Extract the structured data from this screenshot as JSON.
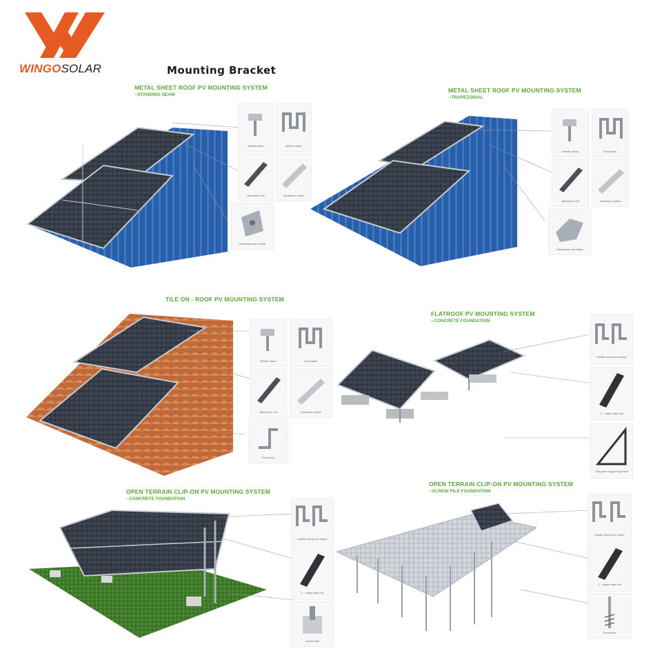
{
  "brand": {
    "name_bold": "WINGO",
    "name_light": "SOLAR",
    "orange": "#e65a24",
    "green": "#5aa53a"
  },
  "page_title": "Mounting Bracket",
  "systems": [
    {
      "title": "METAL SHEET ROOF PV MOUNTING SYSTEM",
      "subtitle": "--STANDING SEAM",
      "parts": [
        "Middle clamp",
        "Middle clamp",
        "Aluminium rail",
        "Aluminium splice",
        "Standing seam clamp"
      ]
    },
    {
      "title": "METAL SHEET ROOF PV MOUNTING SYSTEM",
      "subtitle": "--TRAPEZOIDAL",
      "parts": [
        "Middle clamp",
        "End clamp",
        "Aluminium rail",
        "Aluminium splice",
        "Trapezoidal rail clamp"
      ]
    },
    {
      "title": "TILE ON - ROOF PV MOUNTING SYSTEM",
      "subtitle": "",
      "parts": [
        "Middle clamp",
        "End clamp",
        "Aluminium rail",
        "Aluminium splice",
        "Roof hook"
      ]
    },
    {
      "title": "FLATROOF PV MOUNTING SYSTEM",
      "subtitle": "--CONCRETE FOUNDATION",
      "parts": [
        "Middle clamp end clamp",
        "C - shape steel rail",
        "Triangular supporting frame"
      ]
    },
    {
      "title": "OPEN TERRAIN CLIP-ON PV MOUNTING SYSTEM",
      "subtitle": "--CONCRETE FOUNDATION",
      "parts": [
        "Middle clamp end clamp",
        "C - shape steel rail",
        "Ground pile"
      ]
    },
    {
      "title": "OPEN TERRAIN CLIP-ON PV MOUNTING SYSTEM",
      "subtitle": "--SCREW PILE FOUNDATION",
      "parts": [
        "Middle clamp end clamp",
        "C - shape steel rail",
        "Screw pile"
      ]
    }
  ]
}
